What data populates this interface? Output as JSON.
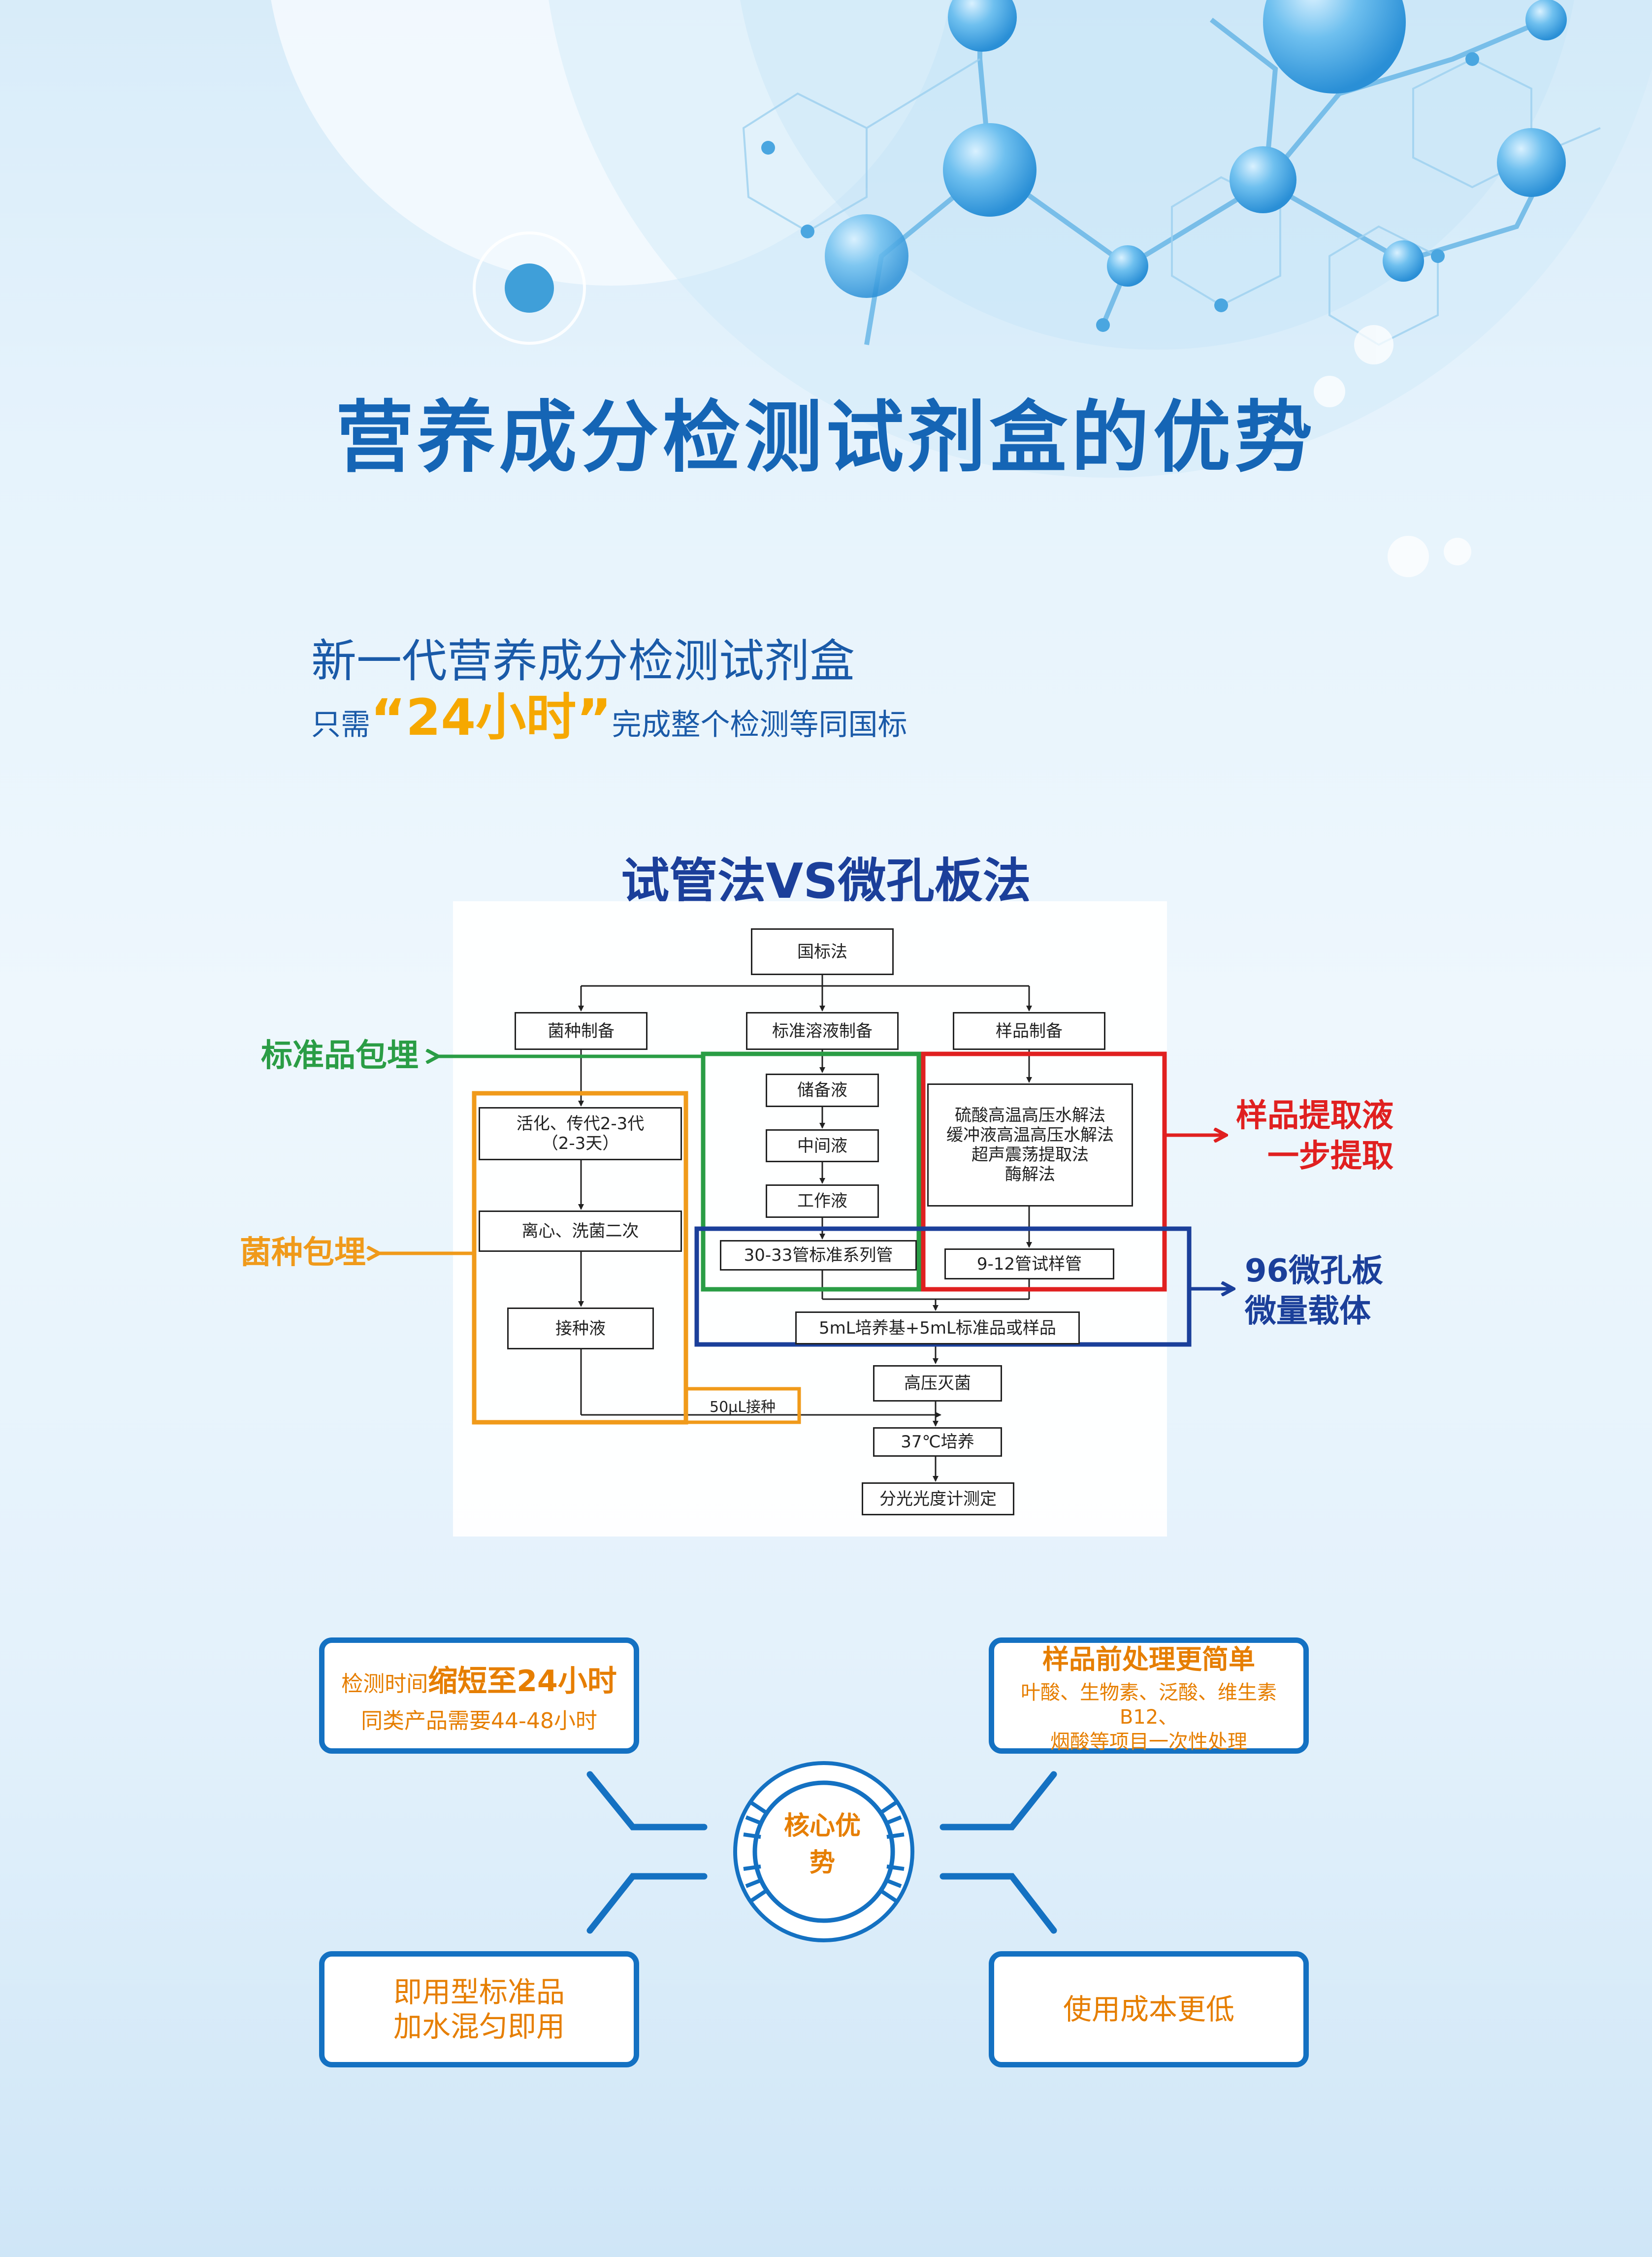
{
  "title": "营养成分检测试剂盒的优势",
  "subtitle": {
    "line1": "新一代营养成分检测试剂盒",
    "line2_prefix": "只需",
    "line2_highlight": "24小时",
    "line2_suffix": "完成整个检测等同国标"
  },
  "flow": {
    "title": "试管法VS微孔板法",
    "nodes": {
      "gb": "国标法",
      "strain_prep": "菌种制备",
      "std_prep": "标准溶液制备",
      "sample_prep": "样品制备",
      "activate": "活化、传代2-3代\n（2-3天）",
      "centrifuge": "离心、洗菌二次",
      "inoculum": "接种液",
      "stock": "储备液",
      "intermediate": "中间液",
      "working": "工作液",
      "tubes_std": "30-33管标准系列管",
      "hydrolysis": "硫酸高温高压水解法\n缓冲液高温高压水解法\n超声震荡提取法\n酶解法",
      "tubes_sample": "9-12管试样管",
      "medium": "5mL培养基+5mL标准品或样品",
      "sterilize": "高压灭菌",
      "incubate": "37℃培养",
      "measure": "分光光度计测定",
      "inoculate_label": "50μL接种"
    },
    "side_labels": {
      "std_embed": "标准品包埋",
      "strain_embed": "菌种包埋",
      "sample_extract": "样品提取液\n一步提取",
      "microplate": "96微孔板\n微量载体"
    }
  },
  "advantages": {
    "core": "核心优势",
    "time": {
      "prefix": "检测时间",
      "emphasis": "缩短至24小时",
      "line2": "同类产品需要44-48小时"
    },
    "pretreat": {
      "title": "样品前处理更简单",
      "detail": "叶酸、生物素、泛酸、维生素B12、\n烟酸等项目一次性处理"
    },
    "ready": "即用型标准品\n加水混匀即用",
    "cost": "使用成本更低"
  },
  "colors": {
    "title_blue": "#1565b5",
    "accent_orange": "#e67e00",
    "highlight_yellow": "#f6a800",
    "green": "#2a9d45",
    "red": "#e02020",
    "navy": "#1b3f9a",
    "card_border": "#1471c2"
  }
}
